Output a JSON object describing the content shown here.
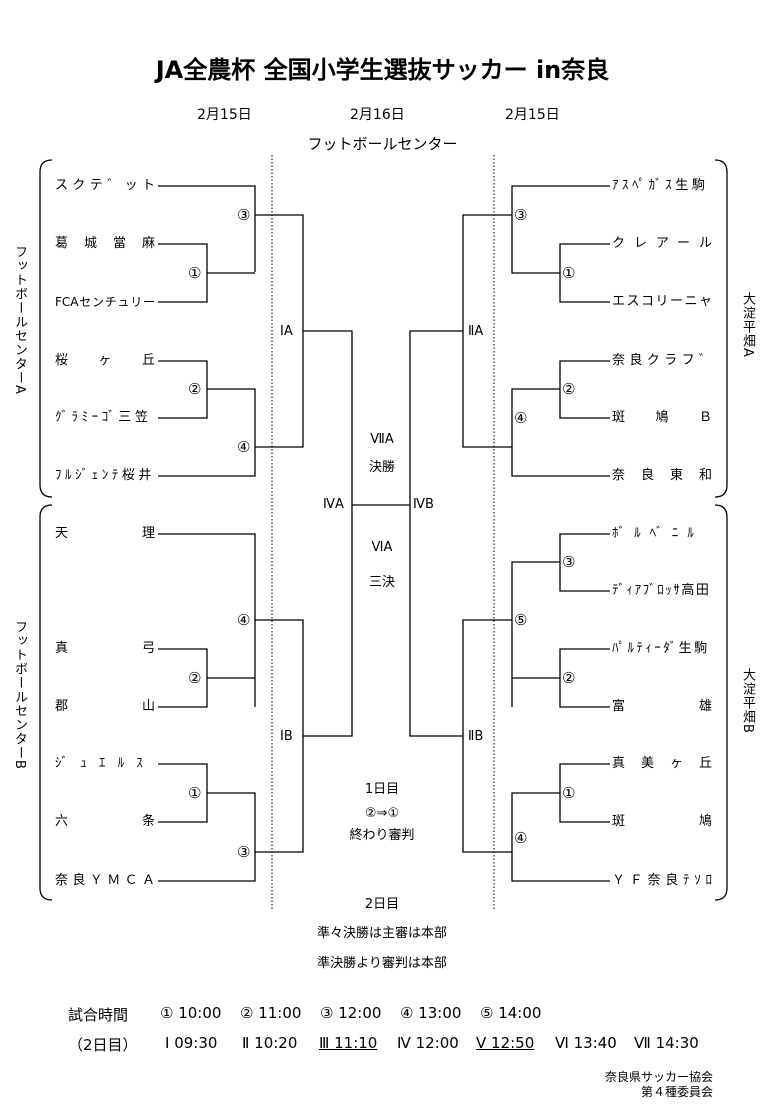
{
  "title": "JA全農杯 全国小学生選抜サッカー in奈良",
  "dates": {
    "left": "2月15日",
    "center": "2月16日",
    "right": "2月15日"
  },
  "venue_top": "フットボールセンター",
  "side_labels": {
    "left_a": "フットボールセンターA",
    "left_b": "フットボールセンターB",
    "right_a": "大淀平畑A",
    "right_b": "大淀平畑B"
  },
  "teams_left": [
    "スクテ゛ット",
    "葛城當麻",
    "FCAセンチュリー",
    "桜ヶ丘",
    "ｸﾞﾗﾐｰｺﾞ三笠",
    "ﾌﾙｼﾞｪﾝﾃ桜井",
    "天理",
    "真弓",
    "郡山",
    "ｼﾞｭｴﾙｽ",
    "六条",
    "奈良ＹＭＣＡ"
  ],
  "teams_right": [
    "ｱｽﾍﾟｶﾞｽ生駒",
    "クレアール",
    "エスコリーニャ",
    "奈良クラフ゛",
    "斑鳩Ｂ",
    "奈良東和",
    "ﾎﾞﾙﾍﾞﾆﾙ",
    "ﾃﾞｨｱﾌﾞﾛｯｻ高田",
    "ﾊﾟﾙﾃｨｰﾀﾞ生駒",
    "富雄",
    "真美ヶ丘",
    "斑鳩",
    "ＹＦ奈良ﾃｿﾛ"
  ],
  "match_marks": {
    "l1": "③",
    "l2": "①",
    "l3": "②",
    "l4": "④",
    "l5": "④",
    "l6": "②",
    "l7": "①",
    "l8": "③",
    "r1": "③",
    "r2": "①",
    "r3": "②",
    "r4": "④",
    "r5": "③",
    "r6": "⑤",
    "r7": "②",
    "r8": "①",
    "r9": "④"
  },
  "round_labels": {
    "la": "ⅠA",
    "lb": "ⅠB",
    "ra": "ⅡA",
    "rb": "ⅡB",
    "sl": "ⅣA",
    "sr": "ⅣB"
  },
  "center": {
    "final_code": "ⅦA",
    "final": "決勝",
    "third_code": "ⅥA",
    "third": "三決",
    "day1": "1日目",
    "day1_rule": "②⇒①",
    "day1_rule2": "終わり審判",
    "day2": "2日目",
    "note1": "準々決勝は主審は本部",
    "note2": "準決勝より審判は本部"
  },
  "schedule": {
    "label1": "試合時間",
    "day1": [
      "① 10:00",
      "② 11:00",
      "③ 12:00",
      "④ 13:00",
      "⑤ 14:00"
    ],
    "label2": "（2日目）",
    "day2": [
      "Ⅰ 09:30",
      "Ⅱ 10:20",
      "Ⅲ 11:10",
      "Ⅳ 12:00",
      "Ⅴ 12:50",
      "Ⅵ 13:40",
      "Ⅶ 14:30"
    ]
  },
  "footer": {
    "line1": "奈良県サッカー協会",
    "line2": "第４種委員会"
  }
}
